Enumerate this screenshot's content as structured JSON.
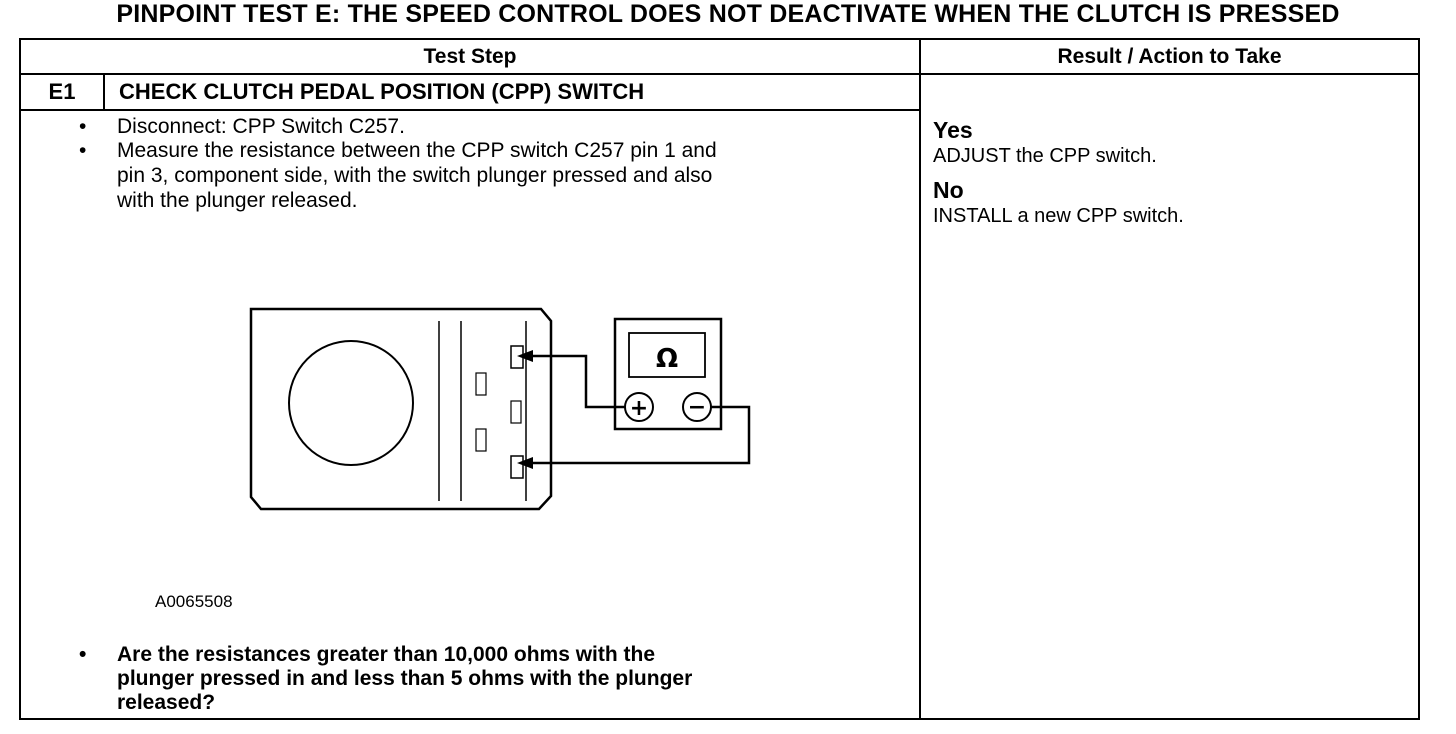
{
  "page_title": "PINPOINT TEST  E: THE SPEED CONTROL DOES NOT DEACTIVATE WHEN THE CLUTCH IS PRESSED",
  "table": {
    "header_test_step": "Test Step",
    "header_result": "Result / Action to Take"
  },
  "step": {
    "id": "E1",
    "title": "CHECK CLUTCH PEDAL POSITION (CPP) SWITCH",
    "bullet_char": "•",
    "instructions": [
      "Disconnect: CPP Switch C257.",
      "Measure the resistance between the CPP switch C257 pin 1 and",
      "pin 3, component side, with the switch plunger pressed and also",
      "with the plunger released."
    ],
    "figure_code": "A0065508",
    "question": [
      "Are the resistances greater than 10,000 ohms with the",
      "plunger pressed in and less than 5 ohms with the plunger",
      "released?"
    ]
  },
  "diagram": {
    "meter_symbol": "Ω",
    "positive_symbol": "+",
    "negative_symbol": "−"
  },
  "results": {
    "yes_label": "Yes",
    "yes_action": "ADJUST the CPP switch.",
    "no_label": "No",
    "no_action": "INSTALL a new CPP switch."
  }
}
